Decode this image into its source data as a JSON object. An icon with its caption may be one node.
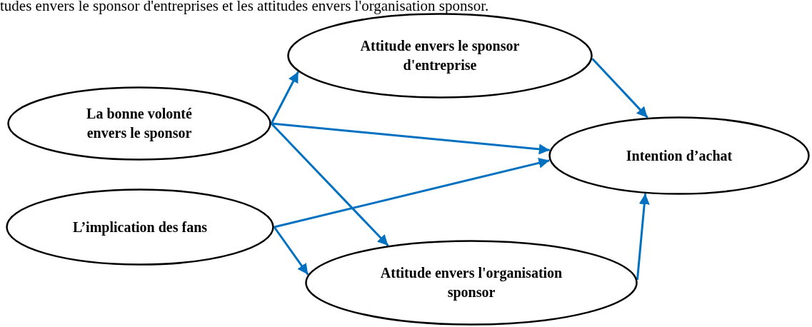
{
  "diagram": {
    "nodes": [
      {
        "text": [
          "La bonne volonté envers le sponsor"
        ]
      },
      {
        "text": [
          "Attitude envers le sponsor d'entreprise"
        ]
      },
      {
        "text": [
          "L’implication des fans"
        ]
      },
      {
        "text": [
          "Intention d’achat"
        ]
      },
      {
        "text": [
          "Attitude envers l'organisation sponsor"
        ]
      }
    ],
    "edges": [
      {
        "from": 0,
        "to": 1,
        "arrow": "to"
      },
      {
        "from": 0,
        "to": 3,
        "arrow": "to"
      },
      {
        "from": 0,
        "to": 4,
        "arrow": "to"
      },
      {
        "from": 2,
        "to": 3,
        "arrow": "to"
      },
      {
        "from": 2,
        "to": 4,
        "arrow": "to"
      },
      {
        "from": 1,
        "to": 3,
        "arrow": "to"
      },
      {
        "from": 4,
        "to": 3,
        "arrow": "to"
      }
    ],
    "labels": [
      "tudes envers le sponsor d'entreprises et les attitudes envers l'organisation sponsor."
    ]
  }
}
